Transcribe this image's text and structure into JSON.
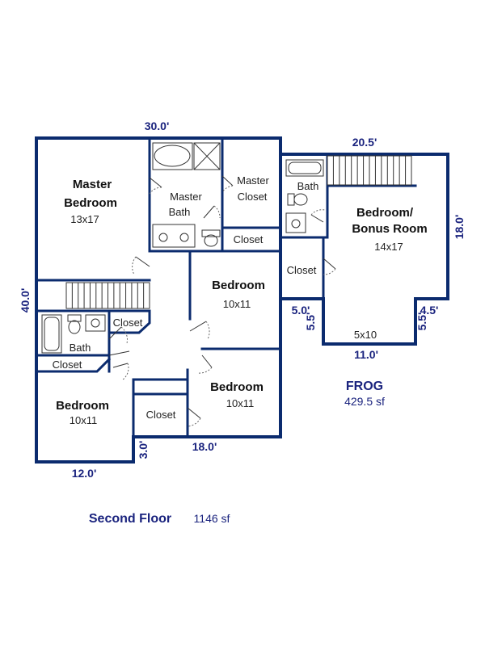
{
  "rooms": {
    "master_bedroom": {
      "name_line1": "Master",
      "name_line2": "Bedroom",
      "size": "13x17"
    },
    "master_bath": {
      "name_line1": "Master",
      "name_line2": "Bath"
    },
    "master_closet": {
      "name_line1": "Master",
      "name_line2": "Closet"
    },
    "hall_closet": "Closet",
    "bedroom_2": {
      "name": "Bedroom",
      "size": "10x11"
    },
    "bedroom_3": {
      "name": "Bedroom",
      "size": "10x11"
    },
    "bedroom_4": {
      "name": "Bedroom",
      "size": "10x11"
    },
    "bath": "Bath",
    "bath_closet": "Closet",
    "linen_closet": "Closet",
    "bedroom_3_closet": "Closet",
    "bonus_room": {
      "name_line1": "Bedroom/",
      "name_line2": "Bonus Room",
      "size": "14x17"
    },
    "bonus_bath": "Bath",
    "bonus_closet": "Closet",
    "bonus_nook": "5x10"
  },
  "dimensions": {
    "top_width": "30.0'",
    "left_height": "40.0'",
    "bottom_left": "12.0'",
    "bottom_mid": "18.0'",
    "step_height": "3.0'",
    "frog_width": "20.5'",
    "frog_height": "18.0'",
    "frog_step_left": "5.0'",
    "frog_step_left_v": "5.5'",
    "frog_step_right": "4.5'",
    "frog_step_right_v": "5.5'",
    "frog_bottom": "11.0'"
  },
  "frog_label": {
    "title": "FROG",
    "area": "429.5 sf"
  },
  "floor_label": {
    "title": "Second Floor",
    "area": "1146 sf"
  }
}
